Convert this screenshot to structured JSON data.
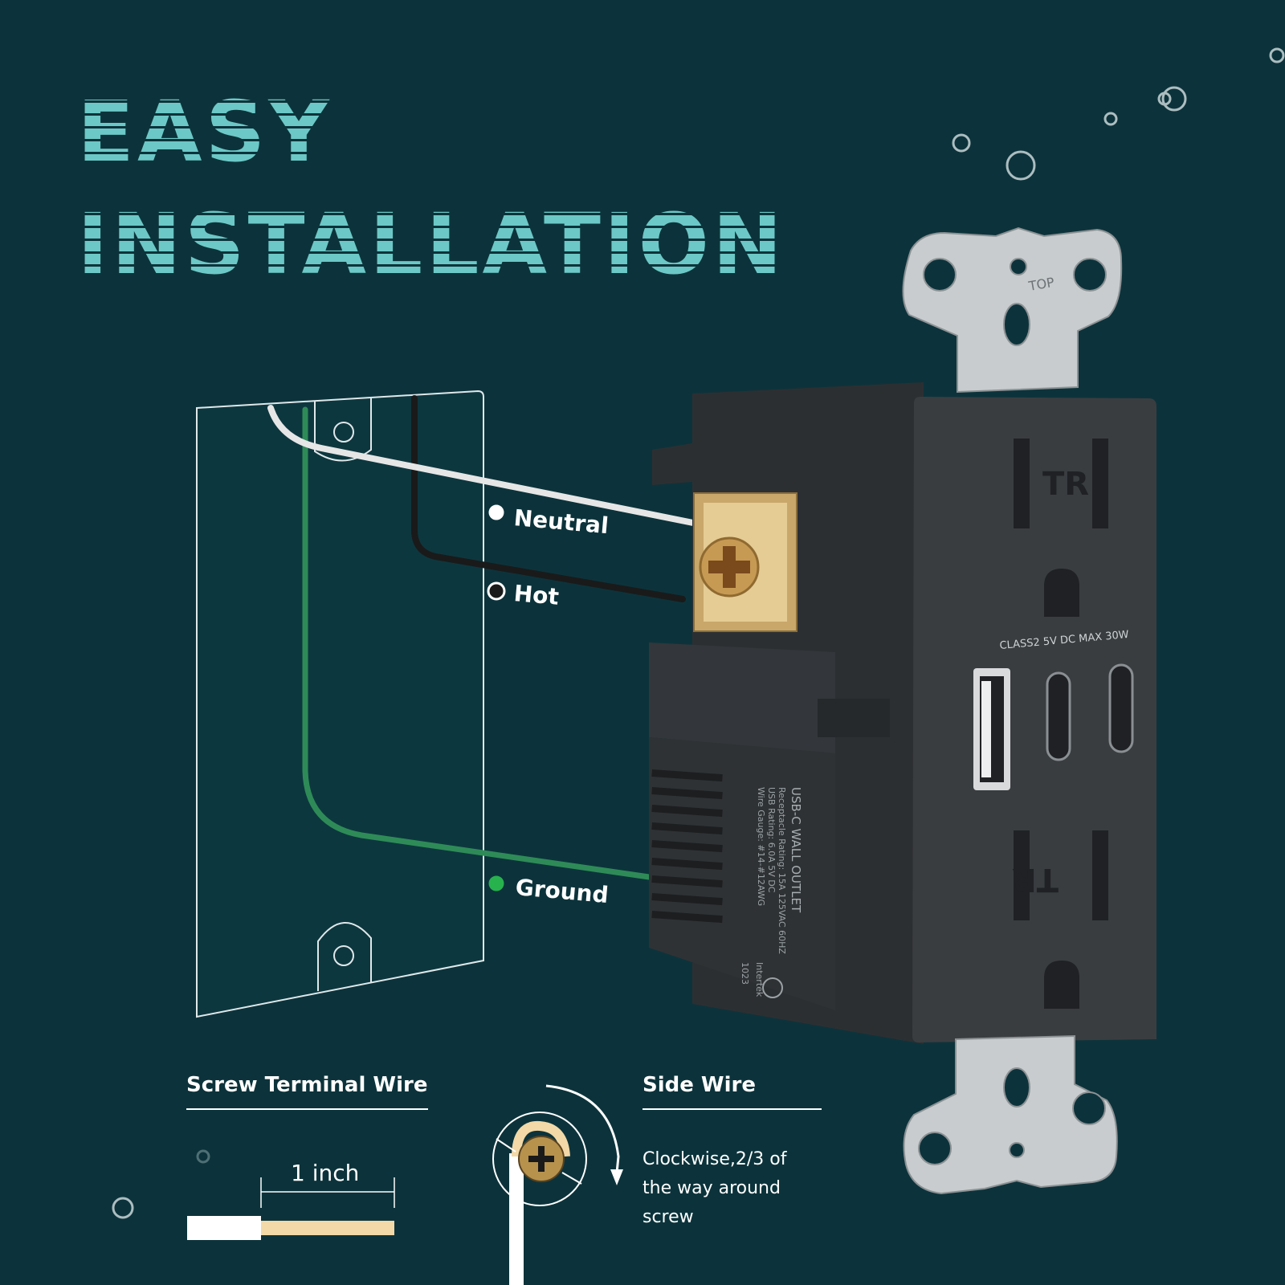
{
  "headline": {
    "line1": "EASY",
    "line2": "INSTALLATION"
  },
  "wire_labels": {
    "neutral": "Neutral",
    "hot": "Hot",
    "ground": "Ground"
  },
  "wire_colors": {
    "neutral": "#e6e6e6",
    "hot": "#1a1a1a",
    "ground": "#2e8b57"
  },
  "outlet": {
    "top_mark": "TOP",
    "tr_mark": "TR",
    "usb_rating": "CLASS2 5V DC MAX 30W",
    "side_print": [
      "USB-C WALL OUTLET",
      "Receptacle Rating: 15A  125VAC 60HZ",
      "USB Rating: 6.0A 5V DC",
      "Wire Gauge: #14-#12AWG"
    ],
    "cert_mark": "Intertek",
    "code": "1023",
    "body_color": "#3a3d40"
  },
  "screw_terminal": {
    "heading": "Screw Terminal Wire",
    "strip_length": "1 inch"
  },
  "side_wire": {
    "heading": "Side Wire",
    "note": "Clockwise,2/3 of the way around screw"
  }
}
